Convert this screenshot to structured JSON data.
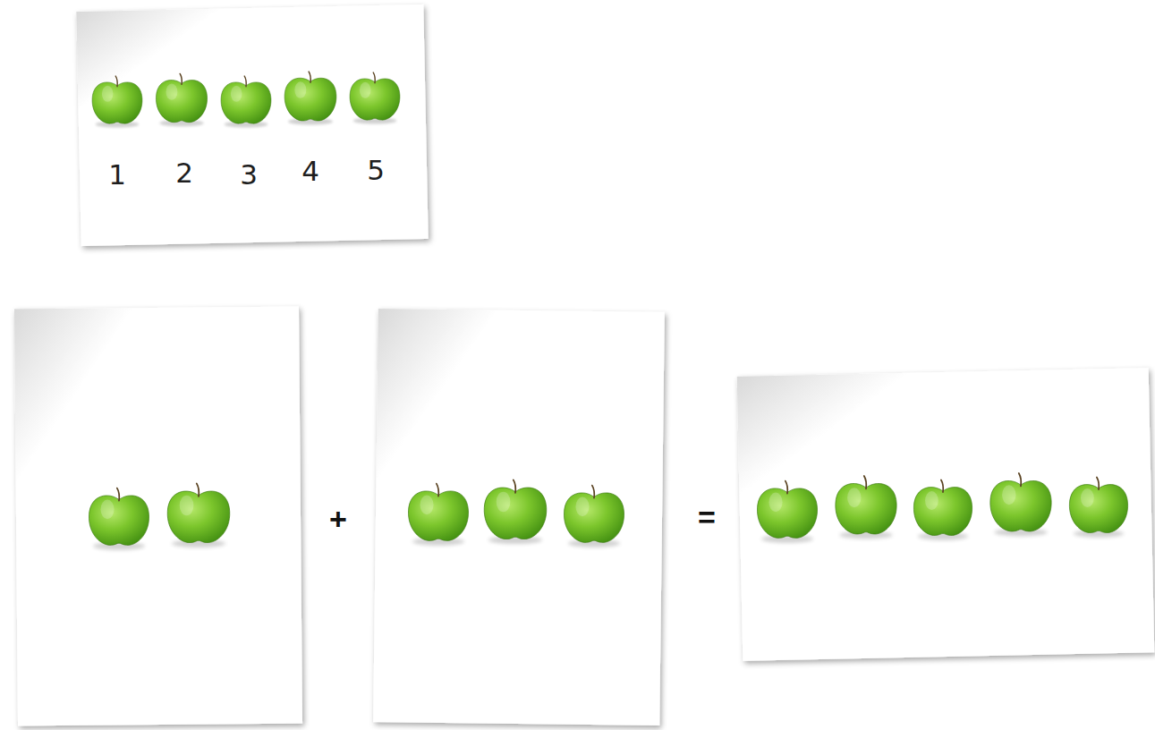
{
  "diagram": {
    "nodes": [
      {
        "text": [
          "1",
          "2",
          "3",
          "4",
          "5"
        ]
      }
    ],
    "labels": [
      "+",
      "="
    ]
  }
}
